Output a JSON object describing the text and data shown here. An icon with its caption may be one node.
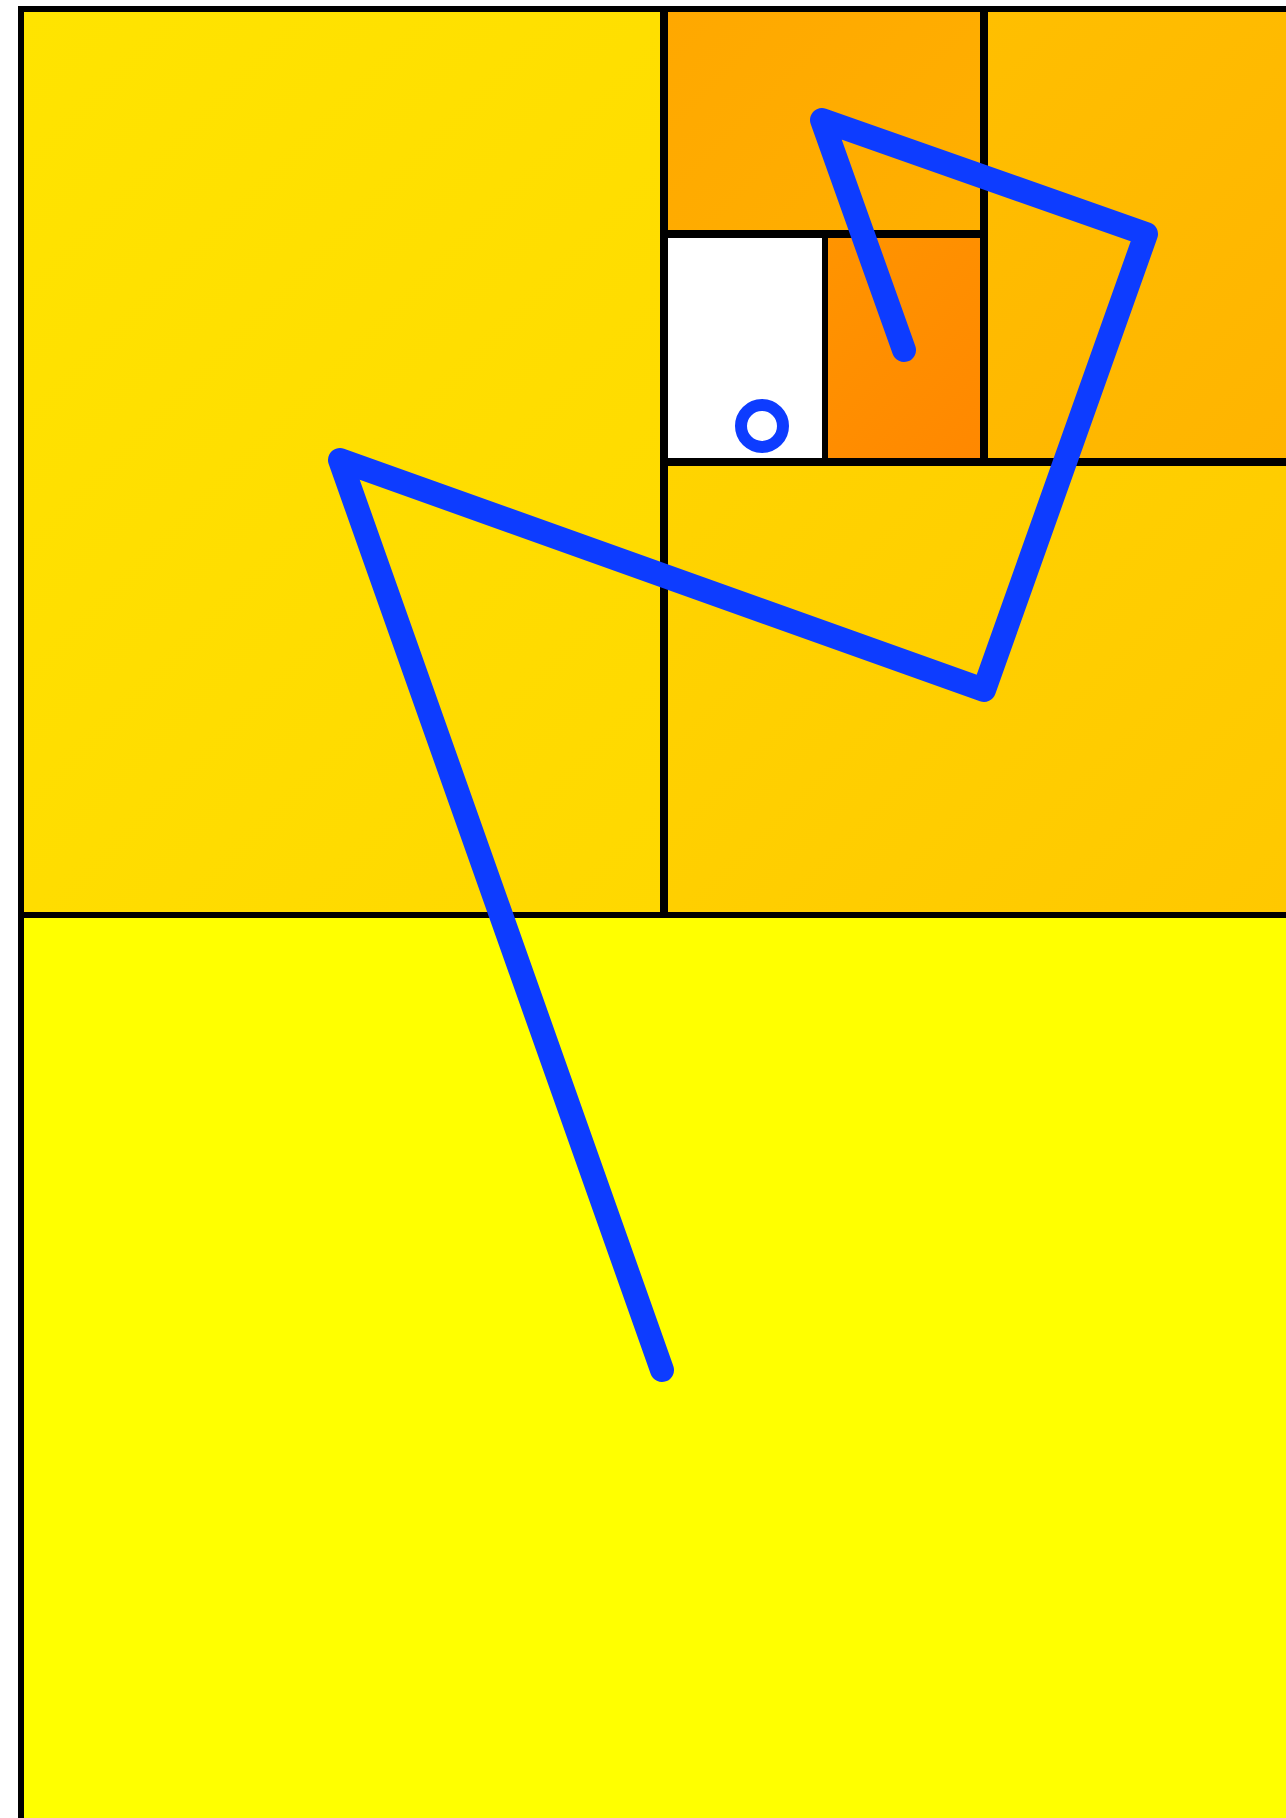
{
  "diagram": {
    "nodes": [
      {
        "text": [],
        "shape": "box"
      },
      {
        "text": [],
        "shape": "box"
      },
      {
        "text": [],
        "shape": "box"
      },
      {
        "text": [],
        "shape": "box"
      },
      {
        "text": [],
        "shape": "box"
      },
      {
        "text": [],
        "shape": "box"
      },
      {
        "text": [],
        "shape": "circle",
        "in": 3
      },
      {
        "text": [],
        "shape": "box"
      }
    ]
  }
}
